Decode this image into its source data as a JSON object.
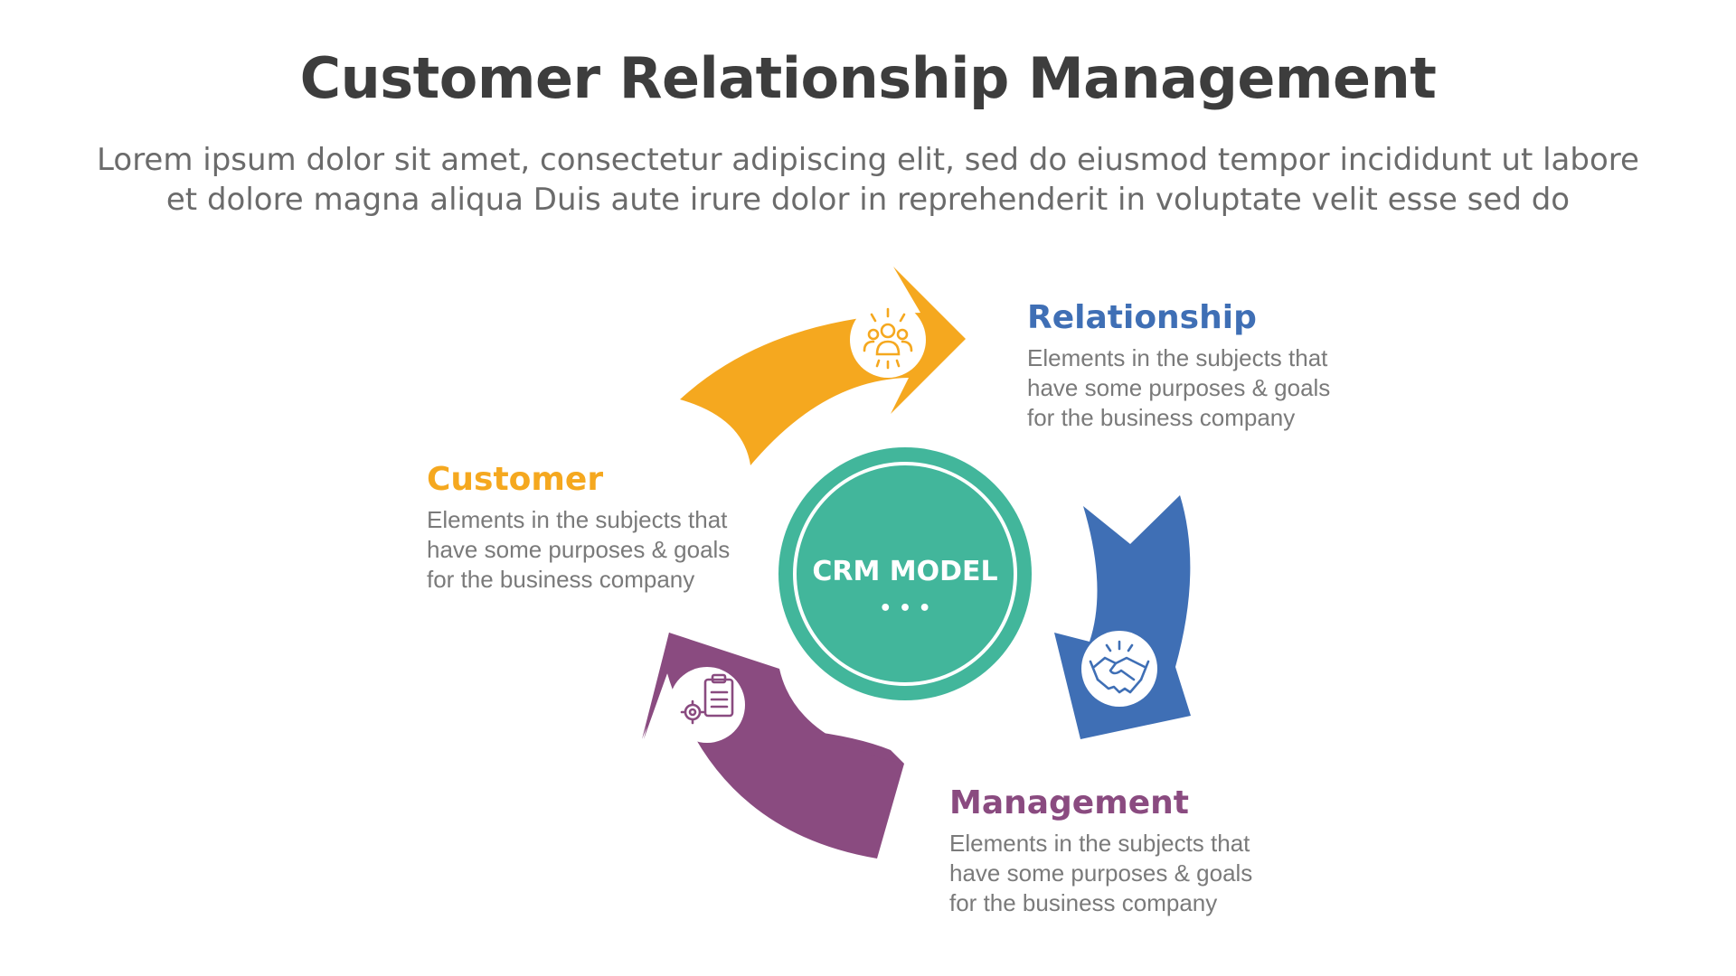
{
  "title": "Customer Relationship Management",
  "subtitle": "Lorem ipsum dolor sit amet, consectetur adipiscing elit, sed do eiusmod tempor incididunt ut labore et dolore magna aliqua Duis aute irure dolor in reprehenderit in voluptate velit esse sed do",
  "center": {
    "label": "CRM MODEL",
    "dots": "• • •",
    "color": "#42b69b"
  },
  "steps": [
    {
      "title": "Relationship",
      "desc": "Elements in the subjects that\nhave  some purposes & goals\nfor the  business company",
      "color": "#f5a81f",
      "title_color": "#3f6fb5",
      "icon": "people-icon"
    },
    {
      "title": "Management",
      "desc": "Elements in the subjects that\nhave  some purposes & goals\nfor the  business company",
      "color": "#3f6fb5",
      "title_color": "#8a4b80",
      "icon": "handshake-icon"
    },
    {
      "title": "Customer",
      "desc": "Elements in the subjects that\nhave  some purposes & goals\nfor the  business company",
      "color": "#8a4b80",
      "title_color": "#f5a81f",
      "icon": "clipboard-gear-icon"
    }
  ]
}
